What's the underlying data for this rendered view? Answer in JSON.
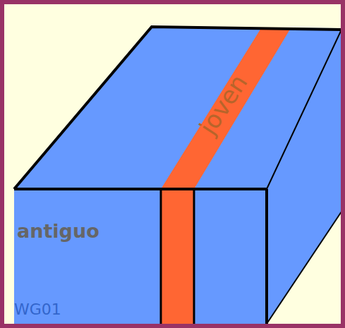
{
  "diagram": {
    "labels": [
      "joven",
      "antiguo",
      "WG01"
    ]
  }
}
